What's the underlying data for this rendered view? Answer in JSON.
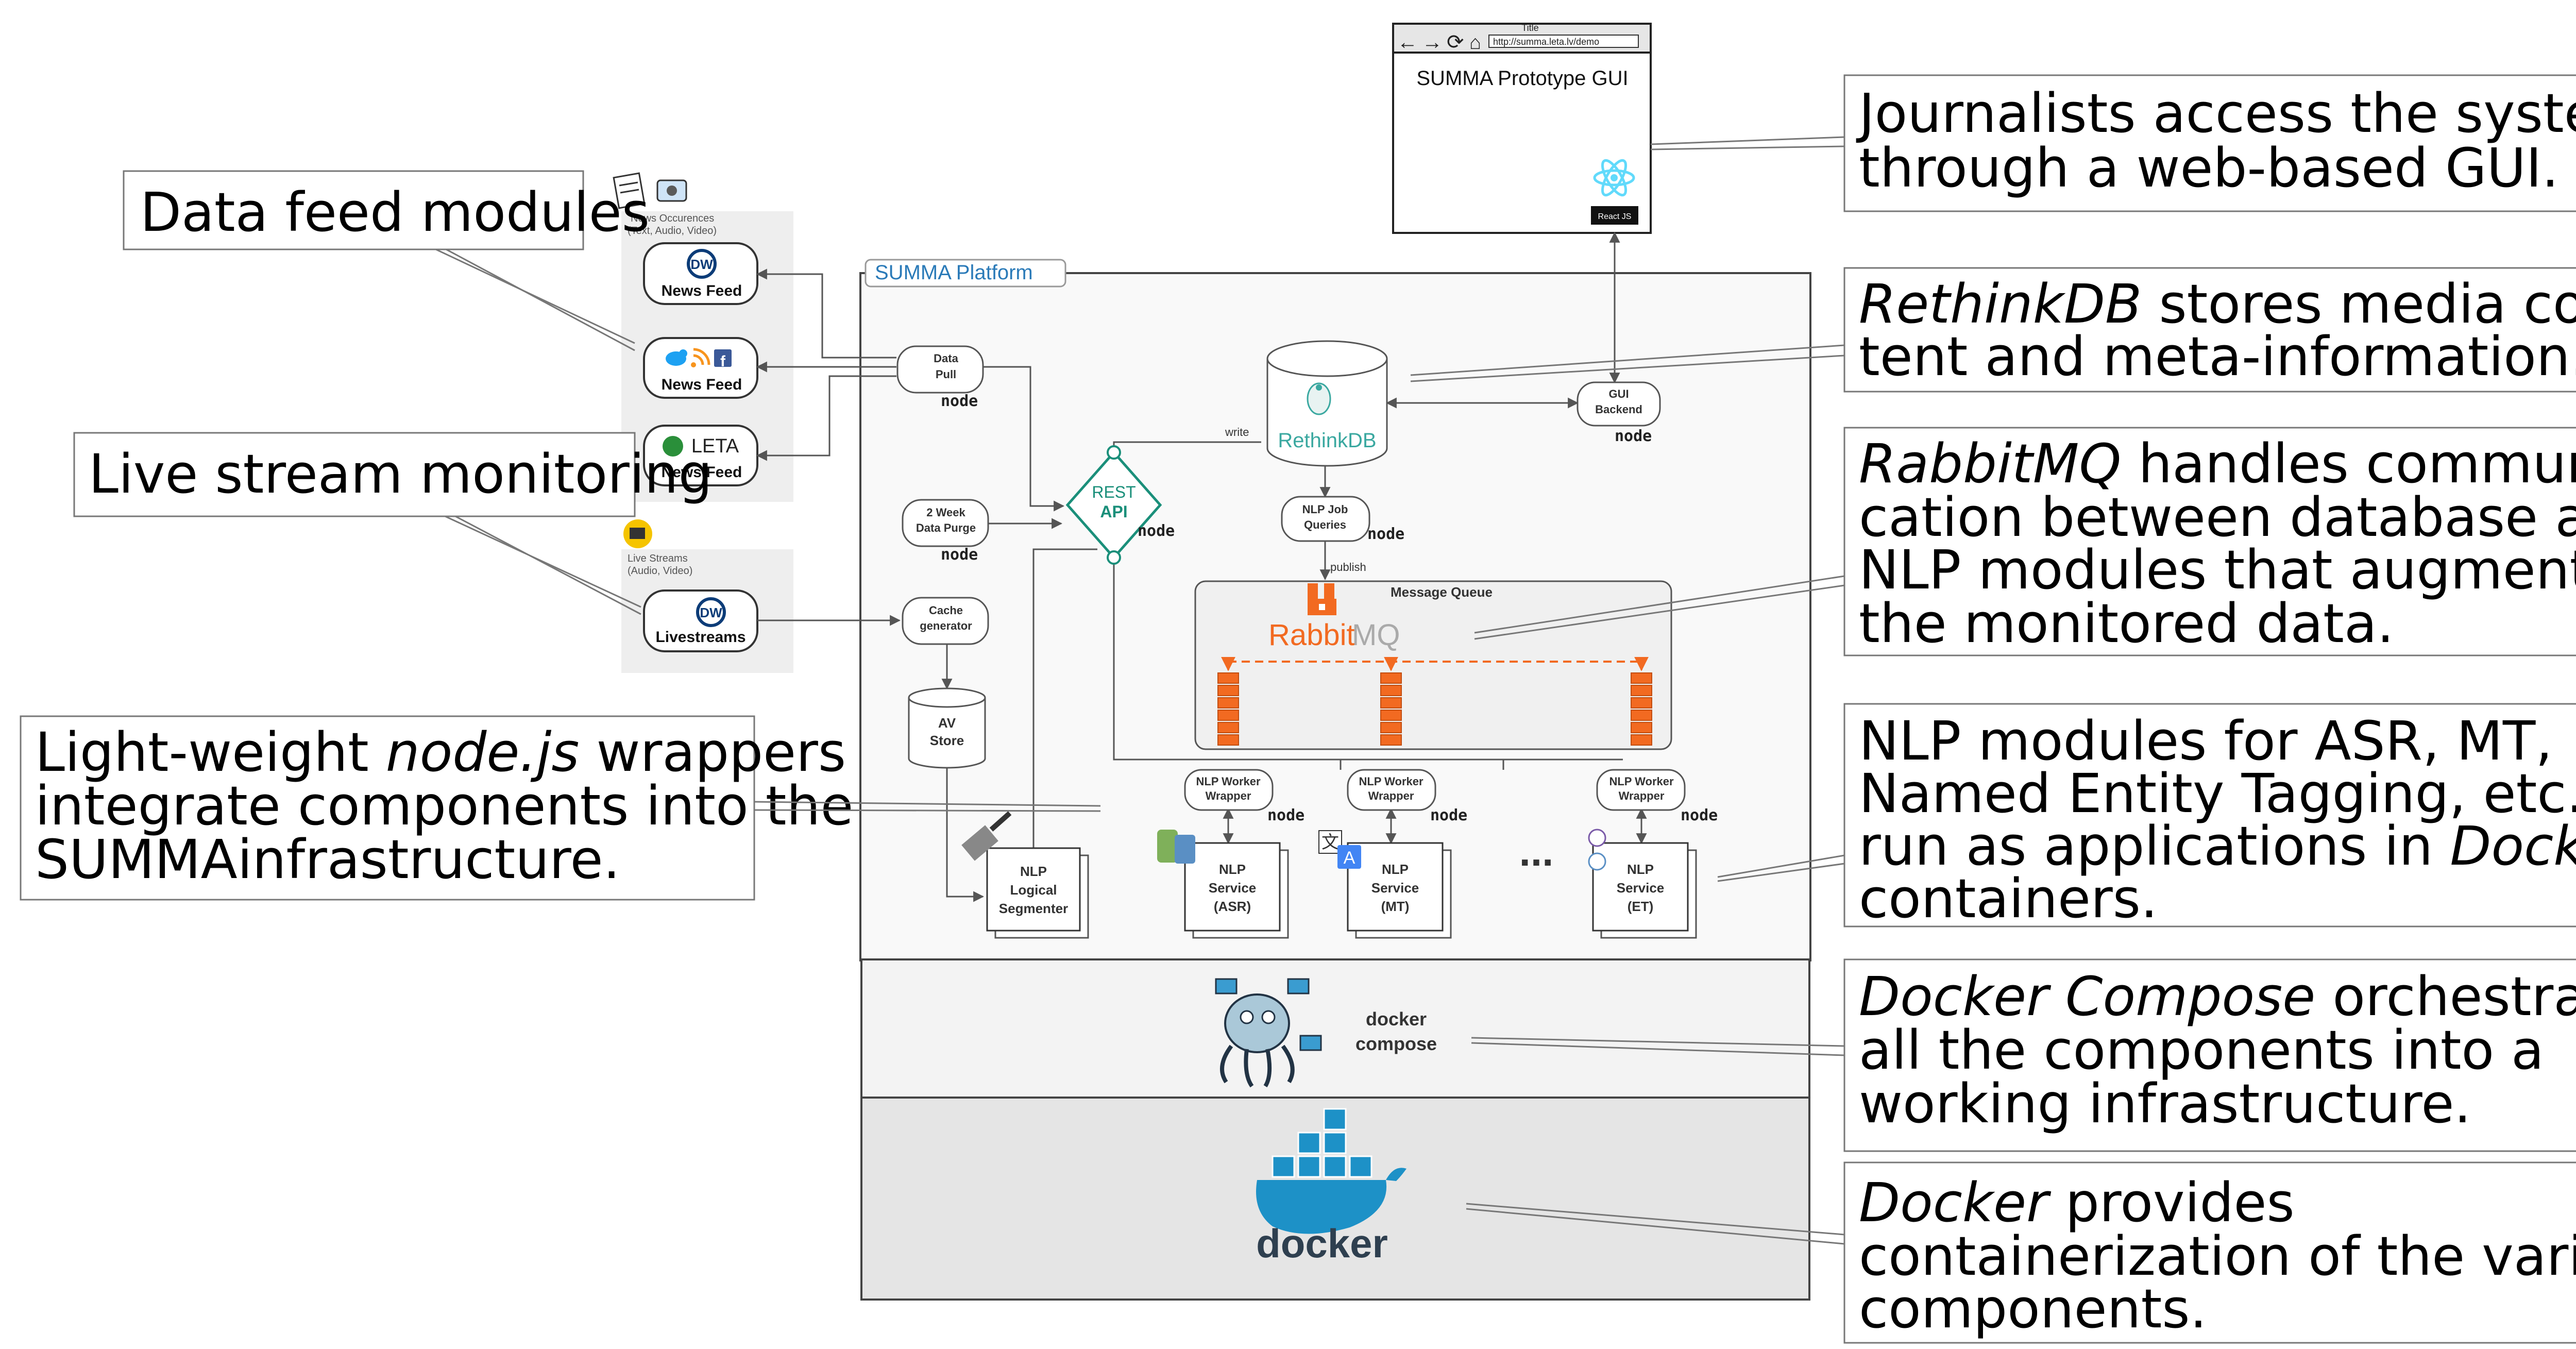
{
  "browser": {
    "title": "Title",
    "url": "http://summa.leta.lv/demo",
    "app_title": "SUMMA Prototype GUI",
    "react_label": "React JS"
  },
  "platform_label": "SUMMA Platform",
  "sources": {
    "news_group_label_1": "News Occurences",
    "news_group_label_2": "(Text, Audio, Video)",
    "feed_label": "News Feed",
    "dw_text": "DW",
    "leta_text": "LETA",
    "live_group_label_1": "Live Streams",
    "live_group_label_2": "(Audio, Video)",
    "livestreams_label": "Livestreams"
  },
  "nodes": {
    "data_pull_1": "Data",
    "data_pull_2": "Pull",
    "purge_1": "2 Week",
    "purge_2": "Data Purge",
    "rest_1": "REST",
    "rest_2": "API",
    "cache_1": "Cache",
    "cache_2": "generator",
    "av_1": "AV",
    "av_2": "Store",
    "seg_1": "NLP",
    "seg_2": "Logical",
    "seg_3": "Segmenter",
    "rethink": "RethinkDB",
    "write": "write",
    "gui_1": "GUI",
    "gui_2": "Backend",
    "jobs_1": "NLP Job",
    "jobs_2": "Queries",
    "publish": "publish",
    "mq_label": "Message Queue",
    "rabbit_1": "Rabbit",
    "rabbit_2": "MQ",
    "wrapper_1": "NLP Worker",
    "wrapper_2": "Wrapper",
    "svc_1": "NLP",
    "svc_2": "Service",
    "asr": "(ASR)",
    "mt": "(MT)",
    "et": "(ET)",
    "dots": "...",
    "node_brand": "node",
    "compose_1": "docker",
    "compose_2": "compose",
    "docker": "docker"
  },
  "callouts": {
    "data_feed": "Data feed modules",
    "live_stream": "Live stream monitoring",
    "nodejs_line1_a": "Light-weight ",
    "nodejs_line1_b": "node.js",
    "nodejs_line1_c": " wrappers",
    "nodejs_line2": "integrate components into the",
    "nodejs_line3": "SUMMAinfrastructure.",
    "gui_line1": "Journalists access the system",
    "gui_line2": "through a web-based GUI.",
    "rethink_line1_a": "RethinkDB",
    "rethink_line1_b": " stores media con-",
    "rethink_line2": "tent and meta-information.",
    "rabbit_line1_a": "RabbitMQ",
    "rabbit_line1_b": " handles communi-",
    "rabbit_line2": "cation between database and",
    "rabbit_line3": "NLP modules that augment",
    "rabbit_line4": "the monitored data.",
    "nlp_line1": "NLP modules for ASR, MT,",
    "nlp_line2": "Named Entity Tagging, etc.",
    "nlp_line3_a": "run as applications in ",
    "nlp_line3_b": "Docker",
    "nlp_line4": "containers.",
    "compose_line1_a": "Docker Compose",
    "compose_line1_b": " orchestrates",
    "compose_line2": "all the components into a",
    "compose_line3": "working infrastructure.",
    "docker_line1_a": "Docker",
    "docker_line1_b": " provides",
    "docker_line2": "containerization of the various",
    "docker_line3": "components."
  },
  "colors": {
    "rest_api": "#1a8f7a",
    "rabbit": "#f26a21",
    "rethink": "#3aa8a0",
    "docker": "#1d91c7",
    "platform_text": "#2a7ab8",
    "dw_blue": "#0c3c78",
    "leta_green": "#2a8f3a",
    "twitter": "#1da1f2",
    "rss": "#f7941d",
    "facebook": "#3b5998",
    "node_green": "#68a063"
  }
}
